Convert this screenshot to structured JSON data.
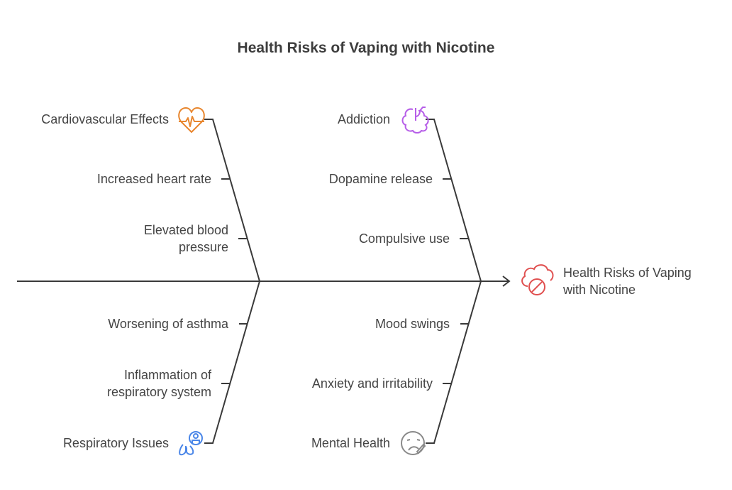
{
  "title": "Health Risks of Vaping with Nicotine",
  "effect": {
    "lines": [
      "Health Risks of Vaping",
      "with Nicotine"
    ],
    "icon": "cloud-prohibited-icon",
    "color": "#e05050"
  },
  "categories": {
    "cardiovascular": {
      "label": "Cardiovascular Effects",
      "icon": "heart-pulse-icon",
      "color": "#e8862e",
      "causes": [
        {
          "lines": [
            "Increased heart rate"
          ]
        },
        {
          "lines": [
            "Elevated blood",
            "pressure"
          ]
        }
      ]
    },
    "addiction": {
      "label": "Addiction",
      "icon": "brain-icon",
      "color": "#b65ee8",
      "causes": [
        {
          "lines": [
            "Dopamine release"
          ]
        },
        {
          "lines": [
            "Compulsive use"
          ]
        }
      ]
    },
    "respiratory": {
      "label": "Respiratory Issues",
      "icon": "lungs-icon",
      "color": "#4a86e8",
      "causes": [
        {
          "lines": [
            "Worsening of asthma"
          ]
        },
        {
          "lines": [
            "Inflammation of",
            "respiratory system"
          ]
        }
      ]
    },
    "mental": {
      "label": "Mental Health",
      "icon": "sick-face-icon",
      "color": "#8a8a8a",
      "causes": [
        {
          "lines": [
            "Mood swings"
          ]
        },
        {
          "lines": [
            "Anxiety and irritability"
          ]
        }
      ]
    }
  }
}
